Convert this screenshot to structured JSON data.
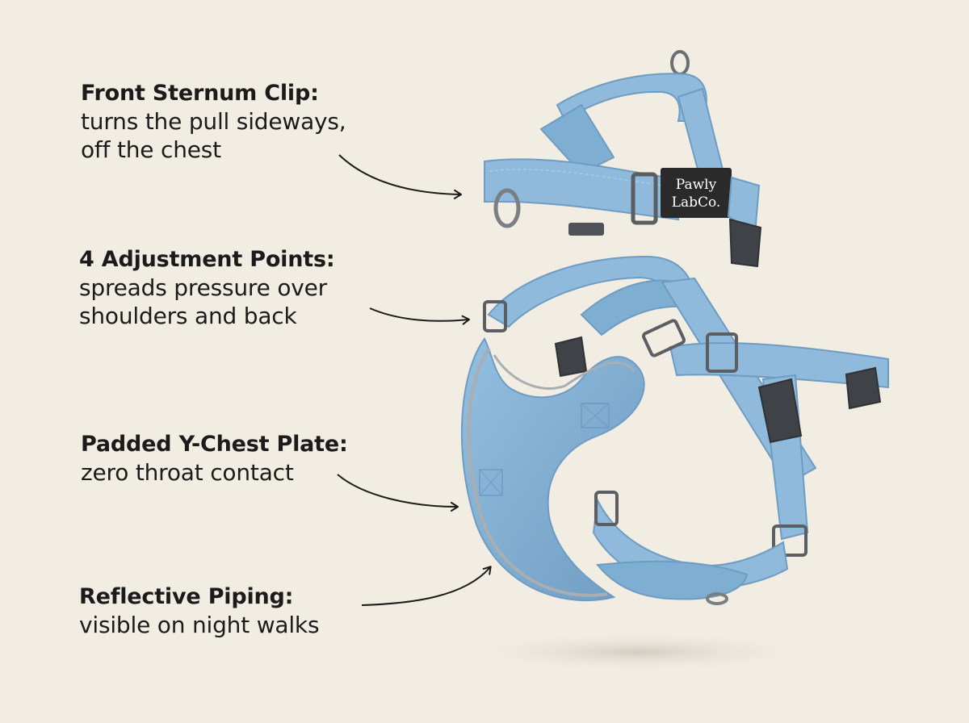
{
  "callouts": [
    {
      "title": "Front Sternum Clip:",
      "desc_lines": [
        "turns the pull sideways,",
        "off the chest"
      ]
    },
    {
      "title": "4 Adjustment Points:",
      "desc_lines": [
        "spreads pressure over",
        "shoulders and back"
      ]
    },
    {
      "title": "Padded Y-Chest Plate:",
      "desc_lines": [
        "zero throat contact"
      ]
    },
    {
      "title": "Reflective Piping:",
      "desc_lines": [
        "visible on night walks"
      ]
    }
  ],
  "brand_label": {
    "line1": "Pawly",
    "line2": "LabCo."
  },
  "colors": {
    "background": "#f1ede3",
    "strap": "#8fbadc",
    "strap_shadow": "#6f9cc2",
    "hardware": "#4f5256",
    "piping": "#a9aeb3",
    "label": "#2a2a2a",
    "text": "#1b1b1b"
  },
  "icons": [
    "arrow-icon",
    "d-ring-icon",
    "buckle-icon",
    "slider-icon",
    "brand-tag"
  ]
}
